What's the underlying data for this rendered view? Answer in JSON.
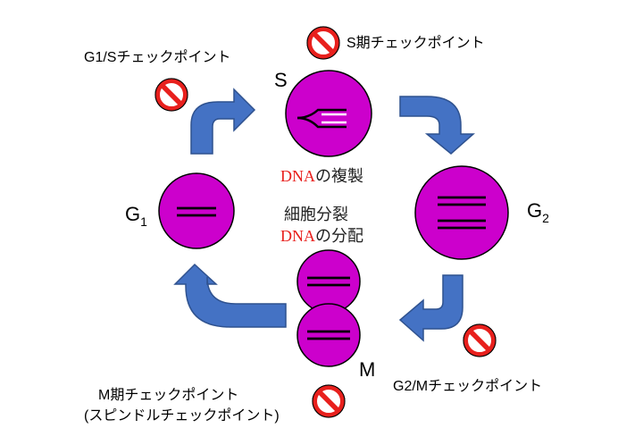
{
  "phases": {
    "s": "S",
    "g1": {
      "main": "G",
      "sub": "1"
    },
    "g2": {
      "main": "G",
      "sub": "2"
    },
    "m": "M"
  },
  "labels": {
    "dna_replication": {
      "dna": "DNA",
      "rest": "の複製"
    },
    "cell_division": "細胞分裂",
    "dna_segregation": {
      "dna": "DNA",
      "rest": "の分配"
    }
  },
  "checkpoints": {
    "g1s": "G1/Sチェックポイント",
    "s": "S期チェックポイント",
    "g2m": "G2/Mチェックポイント",
    "m_line1": "M期チェックポイント",
    "m_line2": "(スピンドルチェックポイント)"
  },
  "colors": {
    "cell": "#cc00cc",
    "arrow": "#4472c4",
    "stop_sign": "#e8201d",
    "dna_text": "#e8201d"
  },
  "icons": [
    "stop-sign-icon",
    "curved-arrow-icon"
  ]
}
